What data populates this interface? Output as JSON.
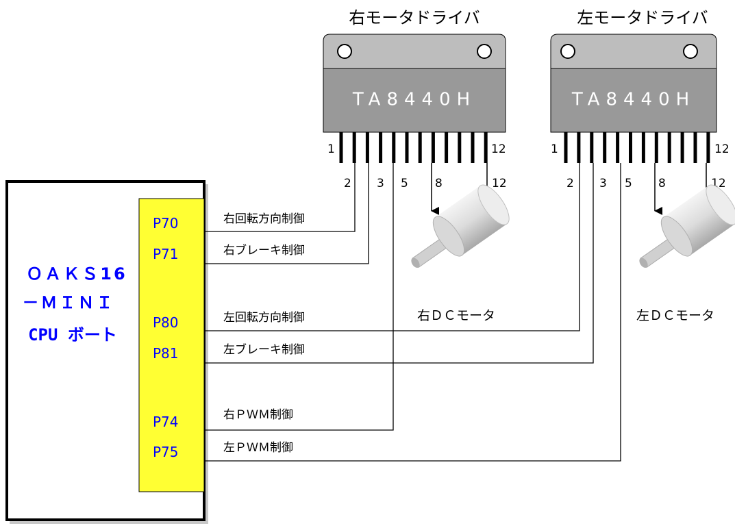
{
  "drivers": [
    {
      "title": "右モータドライバ",
      "chip": "TA8440H",
      "pin_first": "1",
      "pin_last": "12",
      "pins": {
        "p2": "2",
        "p3": "3",
        "p5": "5",
        "p8": "8",
        "p12": "12"
      }
    },
    {
      "title": "左モータドライバ",
      "chip": "TA8440H",
      "pin_first": "1",
      "pin_last": "12",
      "pins": {
        "p2": "2",
        "p3": "3",
        "p5": "5",
        "p8": "8",
        "p12": "12"
      }
    }
  ],
  "motors": [
    {
      "label": "右ＤＣモータ"
    },
    {
      "label": "左ＤＣモータ"
    }
  ],
  "board": {
    "line1": "ＯＡＫＳ16",
    "line2": "－ＭＩＮＩ",
    "line3": "CPU ボート"
  },
  "ports": [
    "P70",
    "P71",
    "P80",
    "P81",
    "P74",
    "P75"
  ],
  "signals": [
    "右回転方向制御",
    "右ブレーキ制御",
    "左回転方向制御",
    "左ブレーキ制御",
    "右ＰＷＭ制御",
    "左ＰＷＭ制御"
  ],
  "colors": {
    "chip_body": "#999999",
    "chip_top": "#bdbdbd",
    "port_block": "#ffff33",
    "board_text": "#0000ff",
    "motor": "#e0e0e0"
  }
}
